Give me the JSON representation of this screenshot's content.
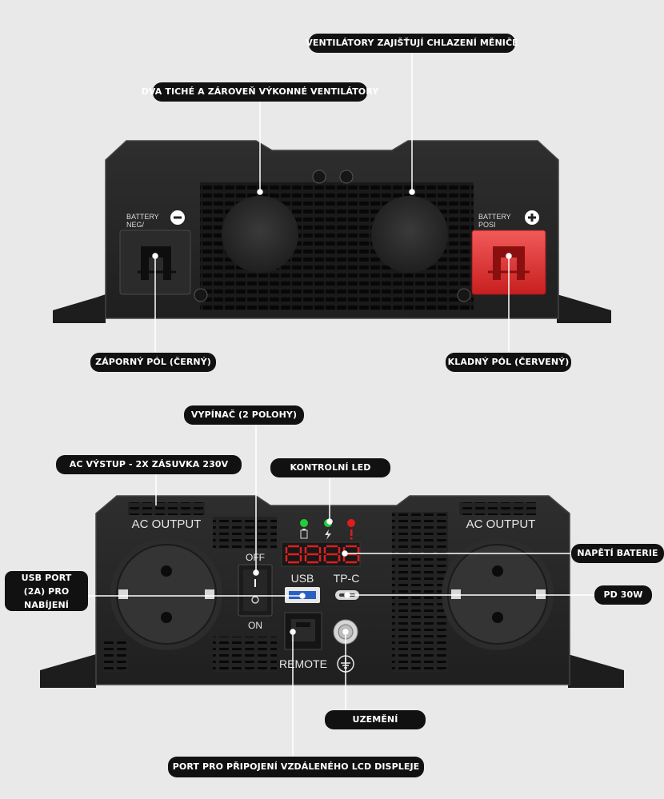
{
  "callouts": {
    "fans_cooling": "VENTILÁTORY ZAJIŠŤUJÍ CHLAZENÍ MĚNIČE",
    "two_fans": "DVA TICHÉ A ZÁROVEŇ VÝKONNÉ VENTILÁTORY",
    "negative_pole": "ZÁPORNÝ PÓL (ČERNÝ)",
    "positive_pole": "KLADNÝ PÓL (ČERVENÝ)",
    "switch": "VYPÍNAČ (2 POLOHY)",
    "ac_output": "AC VÝSTUP - 2X ZÁSUVKA 230V",
    "control_led": "KONTROLNÍ LED",
    "battery_voltage": "NAPĚTÍ BATERIE",
    "usb_port": "USB PORT (2A) PRO NABÍJENÍ",
    "pd": "PD 30W",
    "grounding": "UZEMĚNÍ",
    "remote_port": "PORT PRO PŘIPOJENÍ VZDÁLENÉHO LCD DISPLEJE"
  },
  "device_back": {
    "battery_neg": "BATTERY",
    "battery_neg_sub": "NEG/",
    "battery_pos": "BATTERY",
    "battery_pos_sub": "POSI"
  },
  "device_front": {
    "ac_output_left": "AC OUTPUT",
    "ac_output_right": "AC OUTPUT",
    "switch_off": "OFF",
    "switch_on": "ON",
    "usb_label": "USB",
    "typec_label": "TP-C",
    "remote_label": "REMOTE"
  },
  "colors": {
    "background": "#e9e9e9",
    "housing": "#242424",
    "terminal_negative": "#2b2b2b",
    "terminal_positive": "#e23a3a",
    "led_green": "#1ecf3a",
    "led_red": "#e21b1b",
    "display_red": "#e01f1f",
    "callout_bg": "#111111"
  },
  "icons": [
    "battery-icon",
    "lightning-icon",
    "warning-icon",
    "ground-icon",
    "plus-icon",
    "minus-icon"
  ]
}
